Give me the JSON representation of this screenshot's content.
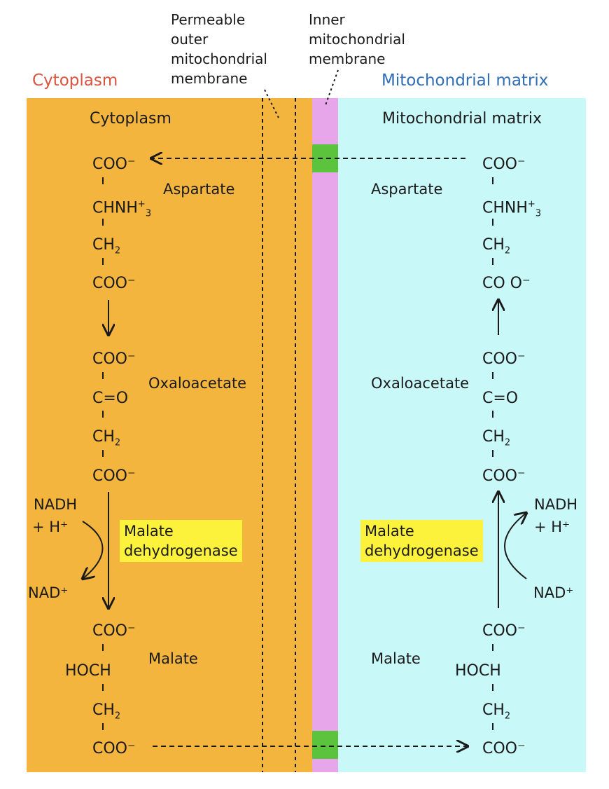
{
  "headers": {
    "cytoplasm": "Cytoplasm",
    "matrix": "Mitochondrial matrix",
    "outer_membrane": "Permeable\nouter\nmitochondrial\nmembrane",
    "inner_membrane": "Inner\nmitochondrial\nmembrane"
  },
  "regions": {
    "cytoplasm_title": "Cytoplasm",
    "matrix_title": "Mitochondrial matrix"
  },
  "colors": {
    "cytoplasm": "#f4b53f",
    "matrix": "#c8f8f8",
    "inner_membrane": "#e8a6ea",
    "transporter": "#5bc43c",
    "enzyme_box": "#fdf23b"
  },
  "compounds": {
    "aspartate": "Aspartate",
    "oxaloacetate": "Oxaloacetate",
    "malate": "Malate"
  },
  "groups": {
    "coo": "COO⁻",
    "coo_spaced": "CO O⁻",
    "chnh3_main": "CHNH",
    "chnh3_sub": "3",
    "chnh3_sup": "+",
    "ch2_main": "CH",
    "ch2_sub": "2",
    "c_o": "C=O",
    "hoch": "HOCH"
  },
  "cofactors": {
    "nadh": "NADH",
    "h_plus": "+ H⁺",
    "nad_plus": "NAD⁺"
  },
  "enzyme": "Malate\ndehydrogenase"
}
